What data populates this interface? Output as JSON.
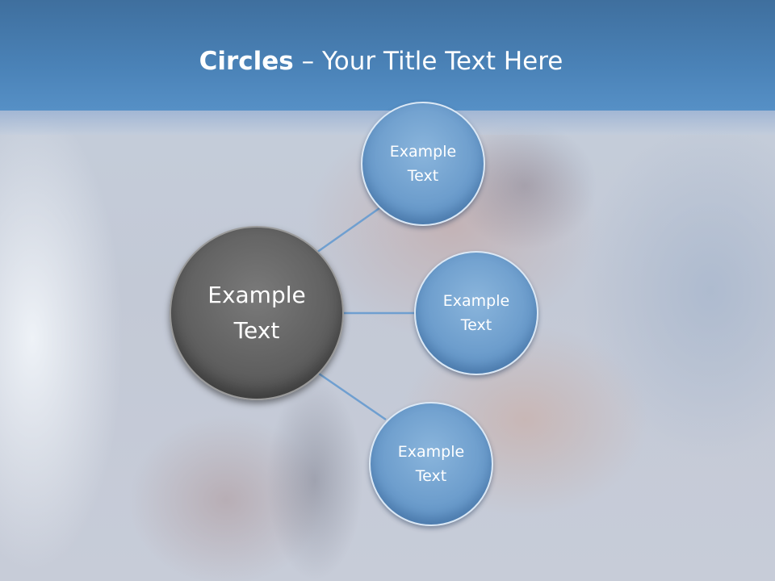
{
  "slide": {
    "title_bold": "Circles",
    "title_rest": " – Your Title Text Here"
  },
  "center_circle": {
    "label": "Example\nText"
  },
  "outer_circles": [
    {
      "label": "Example\nText"
    },
    {
      "label": "Example\nText"
    },
    {
      "label": "Example\nText"
    }
  ],
  "colors": {
    "header": "#4a82b7",
    "outer_circle": "#6a9bcb",
    "center_circle": "#5e5e5e",
    "connector": "#6f9fd0"
  }
}
